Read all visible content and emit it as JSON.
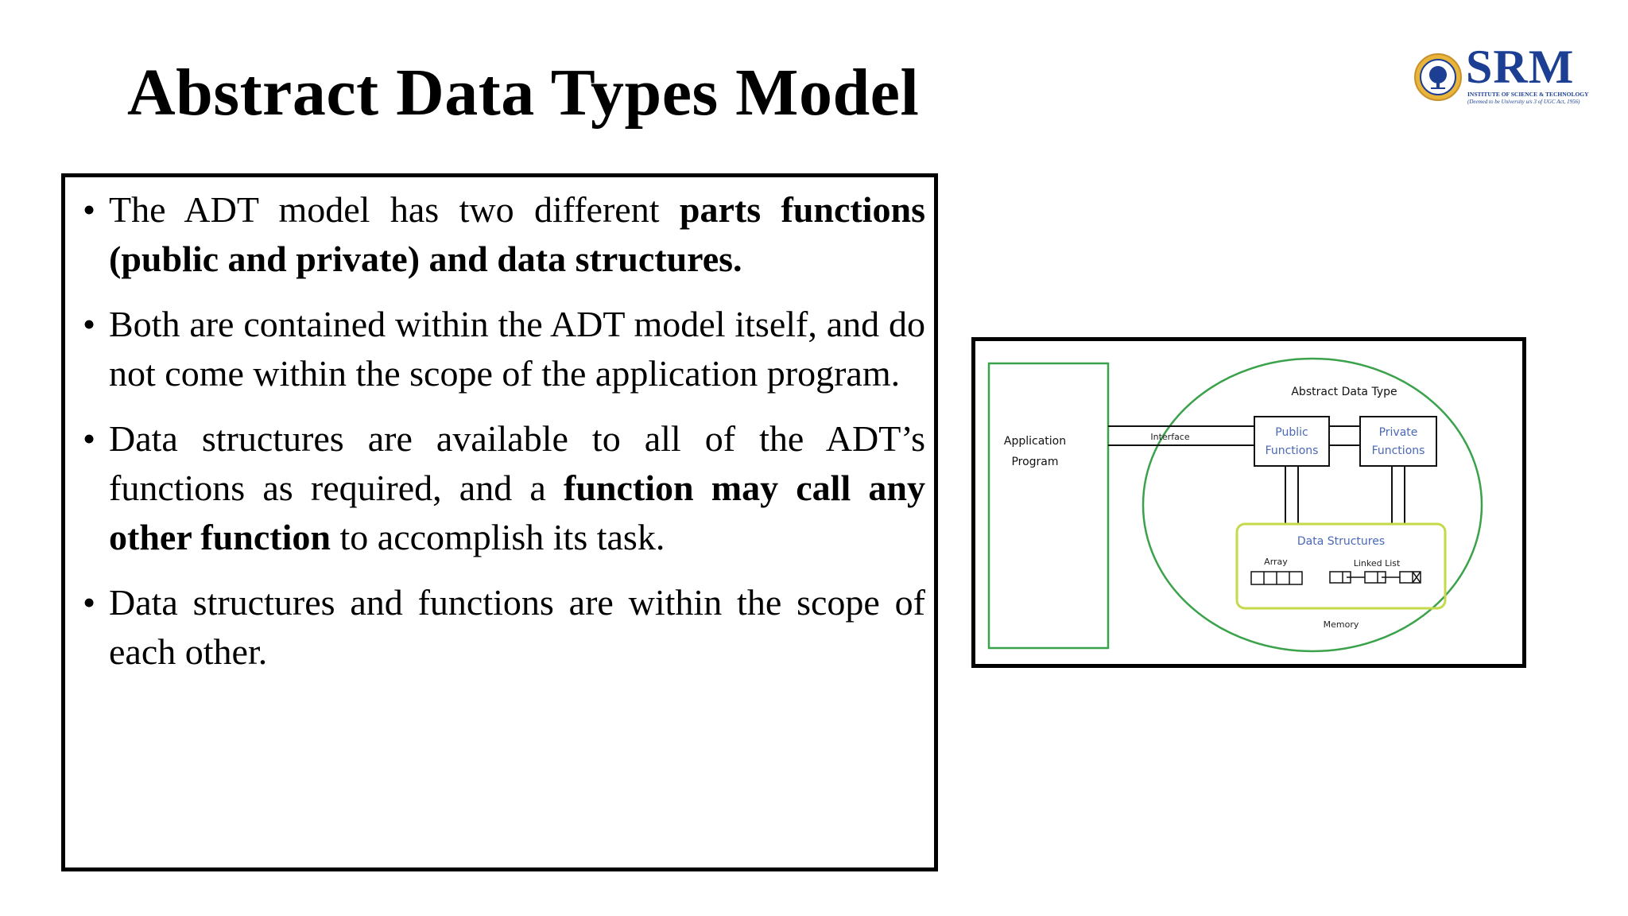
{
  "slide": {
    "title": "Abstract Data Types Model"
  },
  "logo": {
    "brand": "SRM",
    "subtitle_1": "INSTITUTE OF SCIENCE & TECHNOLOGY",
    "subtitle_2": "(Deemed to be University u/s 3 of UGC Act, 1956)"
  },
  "bullets": [
    {
      "segments": [
        {
          "text": "The ADT model has two different ",
          "bold": false
        },
        {
          "text": "parts functions (public and private) and data structures.",
          "bold": true
        }
      ]
    },
    {
      "segments": [
        {
          "text": "Both are contained within the ADT model itself, and do not come within the scope of the application program.",
          "bold": false
        }
      ]
    },
    {
      "segments": [
        {
          "text": "Data structures are available to all of the ADT’s functions as required, and a ",
          "bold": false
        },
        {
          "text": "function may call any other function",
          "bold": true
        },
        {
          "text": " to accomplish its task.",
          "bold": false
        }
      ]
    },
    {
      "segments": [
        {
          "text": "Data structures and functions are within the scope of each other.",
          "bold": false
        }
      ]
    }
  ],
  "diagram": {
    "application_program_line1": "Application",
    "application_program_line2": "Program",
    "interface_label": "Interface",
    "adt_label": "Abstract Data Type",
    "public_functions_line1": "Public",
    "public_functions_line2": "Functions",
    "private_functions_line1": "Private",
    "private_functions_line2": "Functions",
    "data_structures_label": "Data Structures",
    "array_label": "Array",
    "linked_list_label": "Linked List",
    "memory_label": "Memory",
    "colors": {
      "green": "#3aa24a",
      "yellow_green": "#c6d94a",
      "blue_text": "#4a68b8"
    }
  }
}
